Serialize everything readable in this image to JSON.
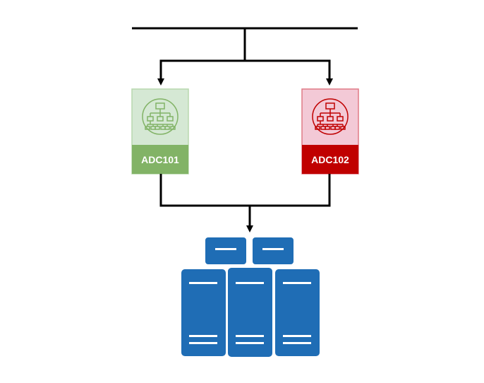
{
  "diagram": {
    "nodes": {
      "adc_left": {
        "label": "ADC101",
        "icon": "load-balancer-icon",
        "tint": "#d5e8d4",
        "border": "#82b366",
        "band": "#82b366",
        "icon_color": "#82b366"
      },
      "adc_right": {
        "label": "ADC102",
        "icon": "load-balancer-icon",
        "tint": "#f3c9d6",
        "border": "#e07a86",
        "band": "#c00000",
        "icon_color": "#c00000"
      },
      "server_farm": {
        "icon": "server-rack-icon",
        "color": "#1f6db5"
      }
    },
    "edges": [
      {
        "from": "network-bus",
        "to": "adc_left",
        "arrow": true
      },
      {
        "from": "network-bus",
        "to": "adc_right",
        "arrow": true
      },
      {
        "from": "adc_left",
        "to": "server_farm",
        "arrow": true
      },
      {
        "from": "adc_right",
        "to": "server_farm",
        "arrow": true
      }
    ],
    "line_color": "#000000"
  }
}
